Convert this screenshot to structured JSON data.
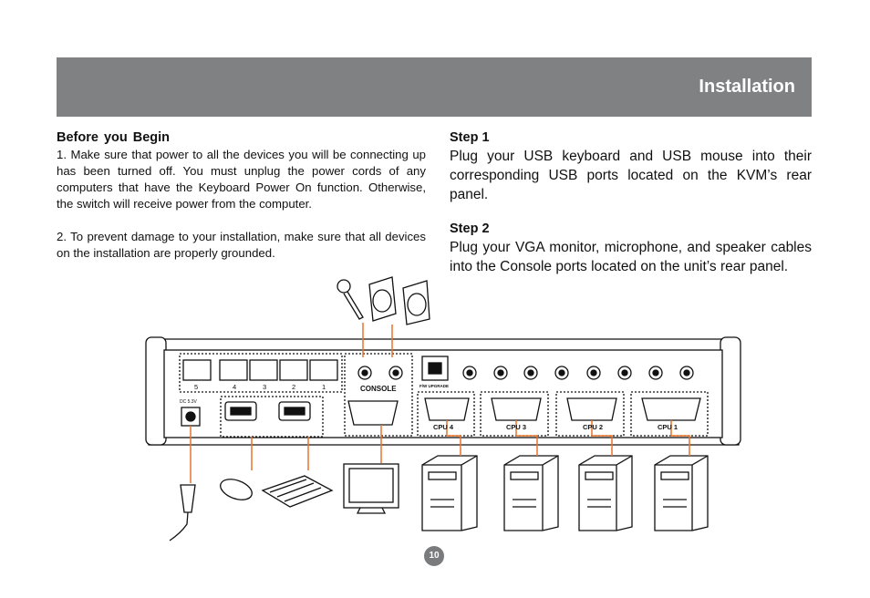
{
  "header": {
    "title": "Installation",
    "band_color": "#808183"
  },
  "left": {
    "heading": "Before you Begin",
    "para1": "1. Make sure that power to all the devices you will be connecting up has been turned off. You must unplug the power cords of any computers that have the Keyboard Power On function.  Otherwise, the switch will receive power from the computer.",
    "para2": "2. To prevent damage to your installation, make sure that all devices on the installation are properly grounded."
  },
  "right": {
    "step1_title": "Step 1",
    "step1_text": "Plug your USB keyboard and USB mouse into their corresponding USB ports located on the KVM’s rear panel.",
    "step2_title": "Step 2",
    "step2_text": "Plug your VGA monitor, microphone, and speaker cables into the Console ports located on the unit’s rear panel."
  },
  "diagram": {
    "port_numbers": [
      "5",
      "4",
      "3",
      "2",
      "1"
    ],
    "console_label": "CONSOLE",
    "fw_label": "F/W UPGRADE",
    "cpu_labels": [
      "CPU 4",
      "CPU 3",
      "CPU 2",
      "CPU 1"
    ],
    "power_label": "DC 5.3V",
    "leader_color": "#e8742a"
  },
  "page_number": "10"
}
